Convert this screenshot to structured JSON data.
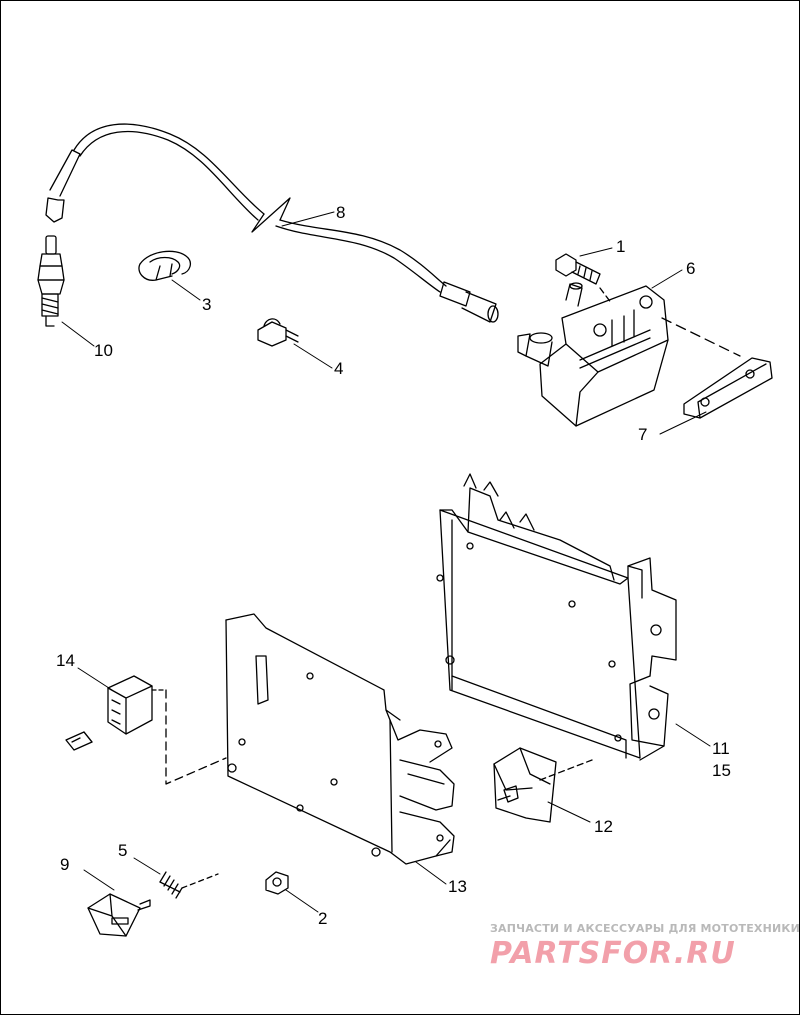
{
  "callouts": {
    "c1": "1",
    "c2": "2",
    "c3": "3",
    "c4": "4",
    "c5": "5",
    "c6": "6",
    "c7": "7",
    "c8": "8",
    "c9": "9",
    "c10": "10",
    "c11": "11",
    "c12": "12",
    "c13": "13",
    "c14": "14",
    "c15": "15"
  },
  "watermark": {
    "subtitle": "ЗАПЧАСТИ И АКСЕССУАРЫ ДЛЯ МОТОТЕХНИКИ",
    "brand": "PARTSFOR.RU"
  },
  "colors": {
    "line": "#000000",
    "watermark_text": "#b9b9b9",
    "watermark_brand": "#f2a0aa"
  }
}
